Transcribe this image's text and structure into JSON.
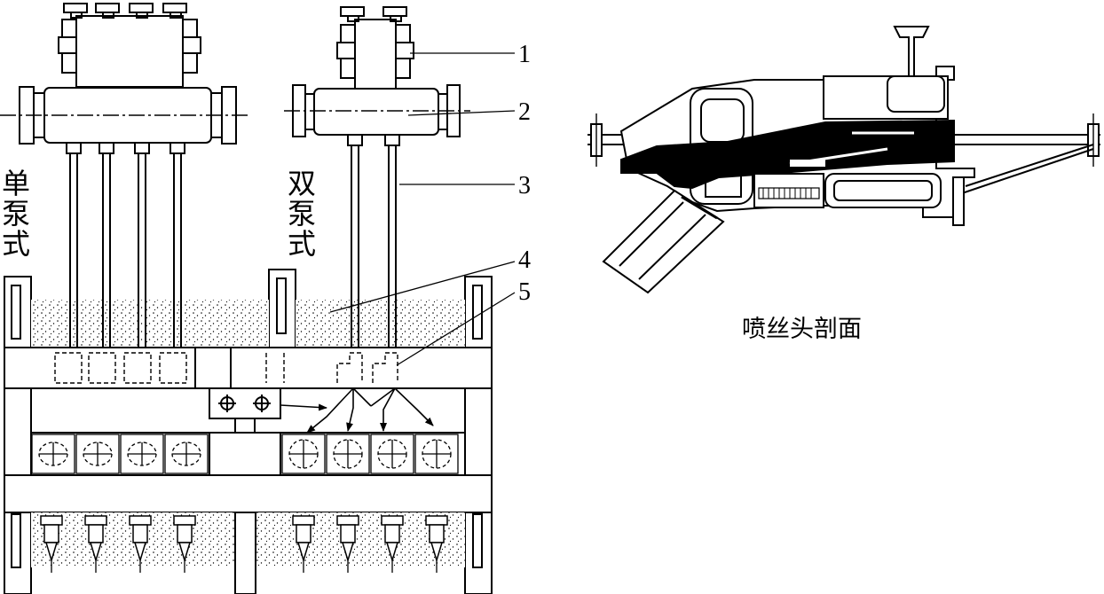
{
  "labels": {
    "single_pump": [
      "单",
      "泵",
      "式"
    ],
    "double_pump": [
      "双",
      "泵",
      "式"
    ],
    "callouts": [
      "1",
      "2",
      "3",
      "4",
      "5"
    ],
    "nozzle_caption": "喷丝头剖面"
  },
  "colors": {
    "ink": "#000000",
    "paper": "#ffffff"
  }
}
